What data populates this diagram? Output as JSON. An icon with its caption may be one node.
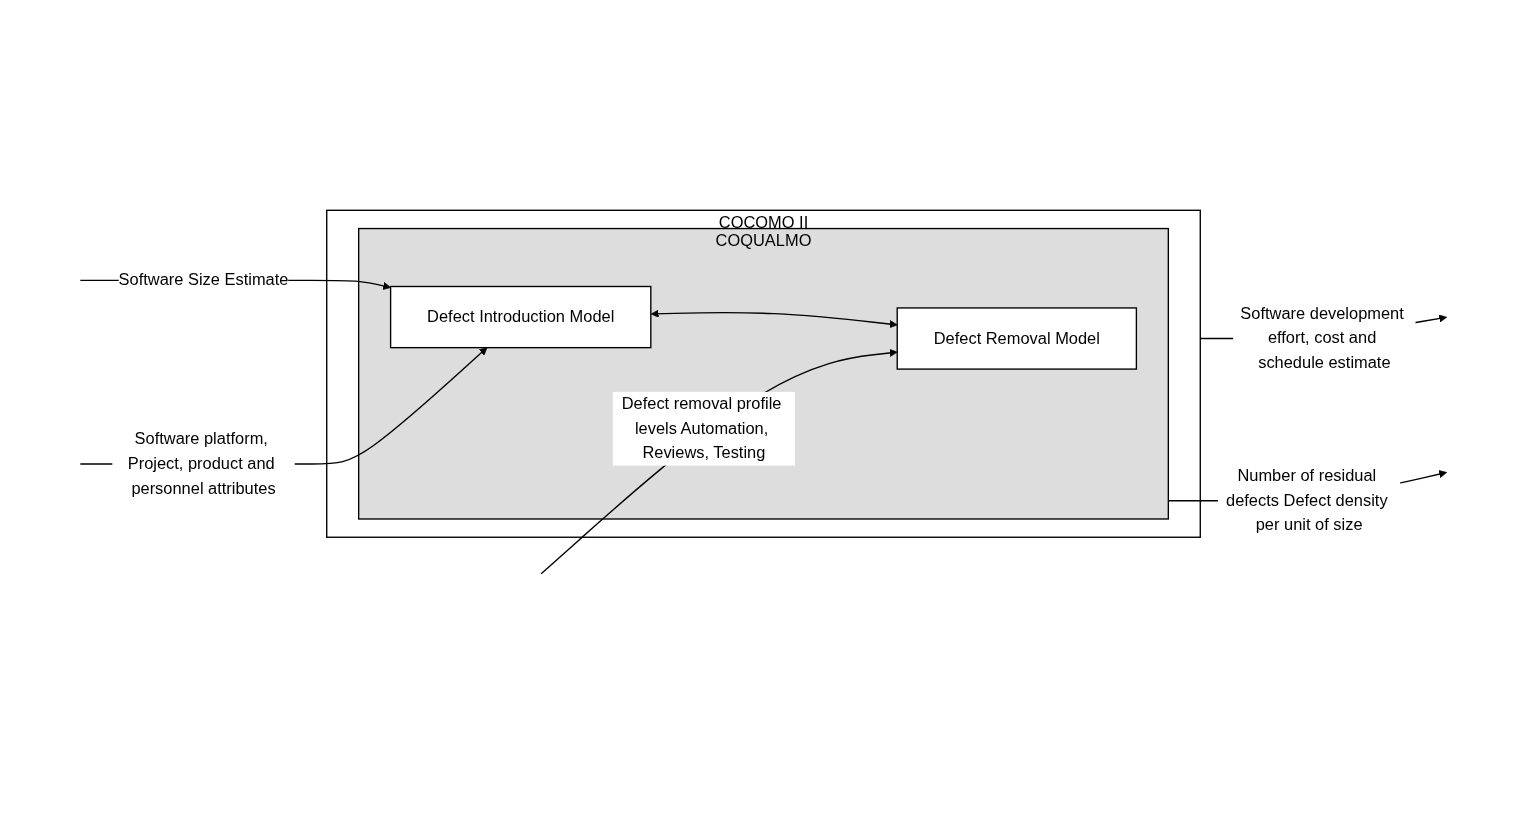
{
  "diagram": {
    "nodes": [
      {
        "text": [
          "COCOMO II"
        ]
      },
      {
        "text": [
          "COQUALMO"
        ],
        "in": 0
      },
      {
        "text": [
          "Defect Introduction Model"
        ],
        "in": 1
      },
      {
        "text": [
          "Defect Removal Model"
        ],
        "in": 1
      }
    ],
    "edges": [
      {
        "from": null,
        "to": 2,
        "arrow": "to",
        "label": "Software Size Estimate"
      },
      {
        "from": null,
        "to": 2,
        "arrow": "to",
        "label": "Software platform, Project, product and personnel attributes"
      },
      {
        "from": 2,
        "to": 3,
        "arrow": "both"
      },
      {
        "from": null,
        "to": 3,
        "arrow": "to",
        "label": "Defect removal profile levels Automation, Reviews, Testing"
      },
      {
        "from": 0,
        "to": null,
        "arrow": "to",
        "label": "Software development effort, cost and schedule estimate"
      },
      {
        "from": 1,
        "to": null,
        "arrow": "to",
        "label": "Number of residual defects Defect density per unit of size"
      }
    ]
  }
}
